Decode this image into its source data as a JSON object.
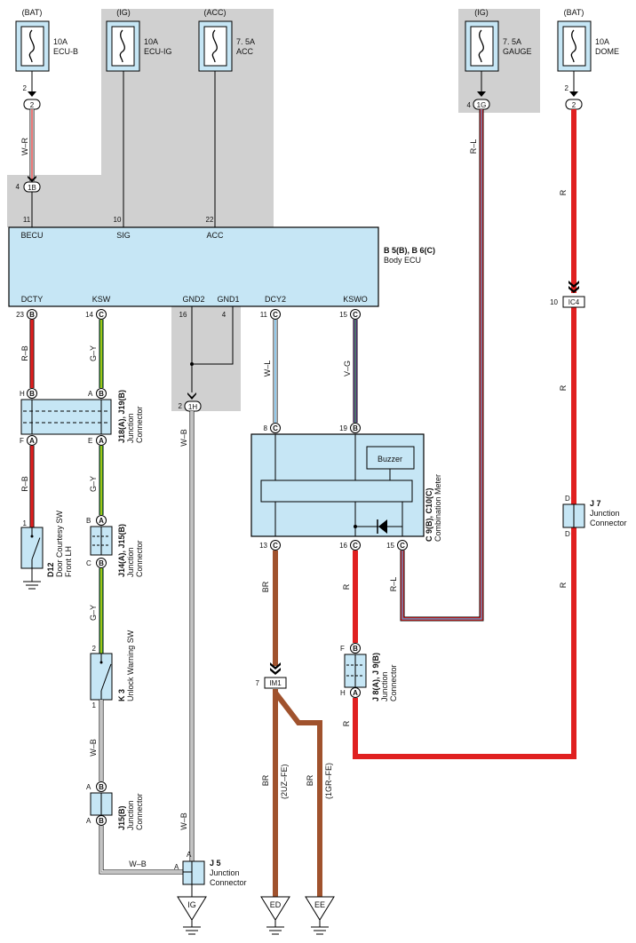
{
  "fuses": [
    {
      "power": "(BAT)",
      "rating": "10A",
      "name": "ECU-B",
      "pin": "2",
      "conn": "2"
    },
    {
      "power": "(IG)",
      "rating": "10A",
      "name": "ECU-IG"
    },
    {
      "power": "(ACC)",
      "rating": "7. 5A",
      "name": "ACC"
    },
    {
      "power": "(IG)",
      "rating": "7. 5A",
      "name": "GAUGE",
      "pin": "4",
      "conn": "1G"
    },
    {
      "power": "(BAT)",
      "rating": "10A",
      "name": "DOME",
      "pin": "2",
      "conn": "2"
    }
  ],
  "ecu": {
    "name_line1": "B 5(B), B 6(C)",
    "name_line2": "Body ECU",
    "top_pins": [
      {
        "label": "BECU",
        "num": "11"
      },
      {
        "label": "SIG",
        "num": "10"
      },
      {
        "label": "ACC",
        "num": "22"
      }
    ],
    "bottom_pins": [
      {
        "label": "DCTY",
        "num": "23",
        "conn": "B"
      },
      {
        "label": "KSW",
        "num": "14",
        "conn": "C"
      },
      {
        "label": "GND2",
        "num": "16"
      },
      {
        "label": "GND1",
        "num": "4"
      },
      {
        "label": "DCY2",
        "num": "11",
        "conn": "C"
      },
      {
        "label": "KSWO",
        "num": "15",
        "conn": "C"
      }
    ],
    "in_conn": {
      "pin": "4",
      "id": "1B"
    }
  },
  "wires": {
    "w_r": "W–R",
    "r_l_gauge": "R–L",
    "r_dome": "R",
    "r_b": "R–B",
    "g_y": "G–Y",
    "w_l": "W–L",
    "v_g": "V–G",
    "w_b": "W–B",
    "br": "BR",
    "r": "R",
    "r_l_meter": "R–L"
  },
  "connectors": {
    "ic4": {
      "pin": "10",
      "id": "IC4"
    },
    "gnd_1h": {
      "pin": "2",
      "id": "1H"
    },
    "im1": {
      "pin": "7",
      "id": "IM1"
    },
    "j18": {
      "line1": "J18(A), J19(B)",
      "line2": "Junction",
      "line3": "Connector",
      "pins": [
        "H",
        "B",
        "A",
        "B",
        "F",
        "A",
        "E",
        "A"
      ]
    },
    "j14": {
      "line1": "J14(A), J15(B)",
      "line2": "Junction",
      "line3": "Connector",
      "pins": [
        "B",
        "A",
        "C",
        "B"
      ]
    },
    "j15": {
      "line1": "J15(B)",
      "line2": "Junction",
      "line3": "Connector",
      "pins": [
        "A",
        "B",
        "A",
        "B"
      ]
    },
    "j8": {
      "line1": "J 8(A), J 9(B)",
      "line2": "Junction",
      "line3": "Connector",
      "pins": [
        "F",
        "B",
        "H",
        "A"
      ]
    },
    "j7": {
      "line1": "J 7",
      "line2": "Junction",
      "line3": "Connector",
      "pins": [
        "D",
        "D"
      ]
    },
    "j5": {
      "line1": "J 5",
      "line2": "Junction",
      "line3": "Connector",
      "pins": [
        "A",
        "A"
      ]
    }
  },
  "door_sw": {
    "line1": "D12",
    "line2": "Door Courtesy SW",
    "line3": "Front LH",
    "pin": "1"
  },
  "unlock_sw": {
    "line1": "K 3",
    "line2": "Unlock Warning SW",
    "pin_top": "2",
    "pin_bottom": "1"
  },
  "meter": {
    "line1": "C 9(B), C10(C)",
    "line2": "Combination Meter",
    "buzzer": "Buzzer",
    "top_pins": [
      {
        "num": "8",
        "conn": "C"
      },
      {
        "num": "19",
        "conn": "B"
      }
    ],
    "bottom_pins": [
      {
        "num": "13",
        "conn": "C"
      },
      {
        "num": "16",
        "conn": "C"
      },
      {
        "num": "15",
        "conn": "C"
      }
    ]
  },
  "grounds": {
    "ig": "IG",
    "ed": "ED",
    "ee": "EE"
  },
  "engine": {
    "left": "(2UZ–FE)",
    "right": "(1GR–FE)"
  }
}
